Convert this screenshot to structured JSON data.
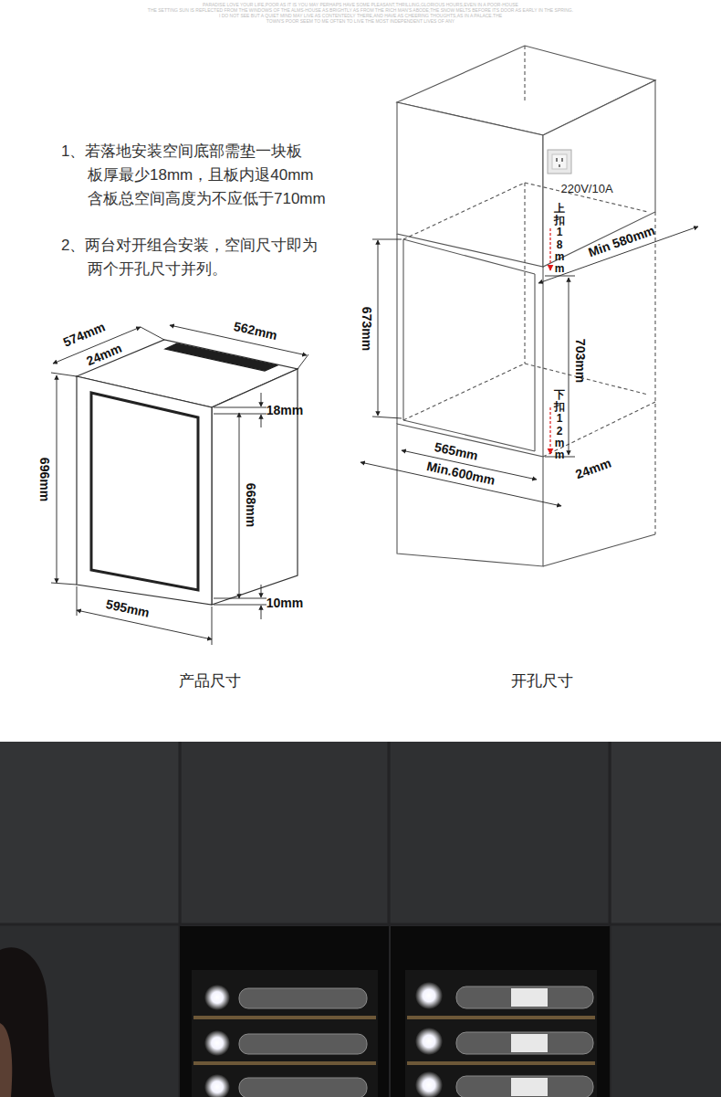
{
  "diagram": {
    "labels": [
      "PARADISE LOVE YOUR LIFE,POOR AS IT IS YOU MAY PERHAPS HAVE SOME PLEASANT,THRILLING,GLORIOUS HOURS,EVEN IN A POOR-HOUSE",
      "THE SETTING SUN IS REFLECTED FROM THE WINDOWS OF THE ALMS-HOUSE AS BRIGHTLY AS FROM THE RICH MAN'S ABODE;THE SNOW MELTS BEFORE ITS DOOR AS EARLY IN THE SPRING.",
      "I DO NOT SEE BUT A QUIET MIND MAY LIVE AS CONTENTEDLY THERE,AND HAVE AS CHEERING THOUGHTS,AS IN A PALACE.THE",
      "TOWN'S POOR SEEM TO ME OFTEN TO LIVE THE MOST INDEPENDENT LIVES OF ANY",
      "1、若落地安装空间底部需垫一块板 板厚最少18mm，且板内退40mm 含板总空间高度为不应低于710mm",
      "2、两台对开组合安装，空间尺寸即为 两个开孔尺寸并列。",
      "574mm",
      "24mm",
      "562mm",
      "18mm",
      "696mm",
      "668mm",
      "595mm",
      "10mm",
      "产品尺寸",
      "220V/10A",
      "上扣18mm",
      "Min 580mm",
      "673mm",
      "703mm",
      "下扣12mm",
      "565mm",
      "Min.600mm",
      "24mm",
      "开孔尺寸"
    ]
  }
}
